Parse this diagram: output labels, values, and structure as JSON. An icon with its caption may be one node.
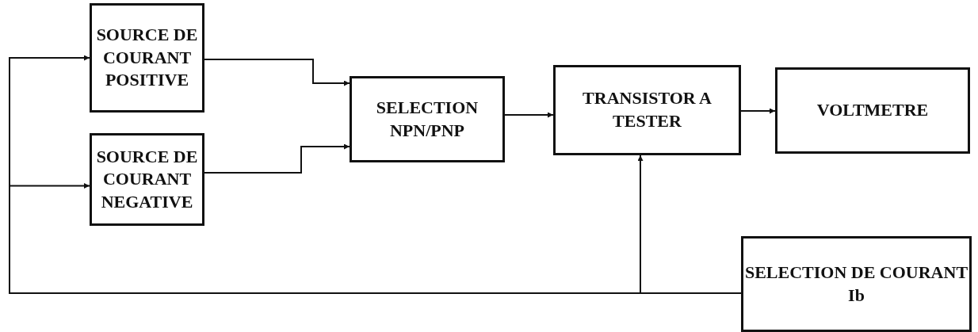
{
  "diagram": {
    "nodes": [
      {
        "text": [
          "SOURCE DE COURANT POSITIVE"
        ]
      },
      {
        "text": [
          "SOURCE DE COURANT NEGATIVE"
        ]
      },
      {
        "text": [
          "SELECTION NPN/PNP"
        ]
      },
      {
        "text": [
          "TRANSISTOR A TESTER"
        ]
      },
      {
        "text": [
          "VOLTMETRE"
        ]
      },
      {
        "text": [
          "SELECTION DE COURANT Ib"
        ]
      }
    ],
    "edges": [
      {
        "from": 5,
        "to": 0,
        "arrow": "to"
      },
      {
        "from": 5,
        "to": 1,
        "arrow": "to"
      },
      {
        "from": 0,
        "to": 2,
        "arrow": "to"
      },
      {
        "from": 1,
        "to": 2,
        "arrow": "to"
      },
      {
        "from": 2,
        "to": 3,
        "arrow": "to"
      },
      {
        "from": 3,
        "to": 4,
        "arrow": "to"
      },
      {
        "from": 5,
        "to": 3,
        "arrow": "to"
      }
    ]
  }
}
